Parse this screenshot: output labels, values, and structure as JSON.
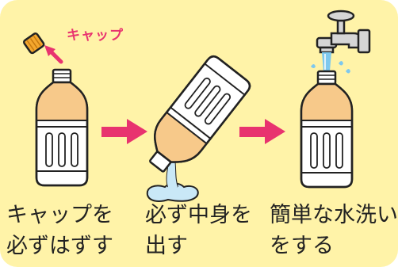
{
  "cap_label": "キャップ",
  "steps": [
    {
      "line1": "キャップを",
      "line2": "必ずはずす"
    },
    {
      "line1": "必ず中身を",
      "line2": "出す"
    },
    {
      "line1": "簡単な水洗い",
      "line2": "をする"
    }
  ],
  "colors": {
    "background": "#fff3a8",
    "accent": "#e8336f",
    "liquid": "#f7c98a",
    "water": "#7ec8ee",
    "outline": "#222222"
  }
}
